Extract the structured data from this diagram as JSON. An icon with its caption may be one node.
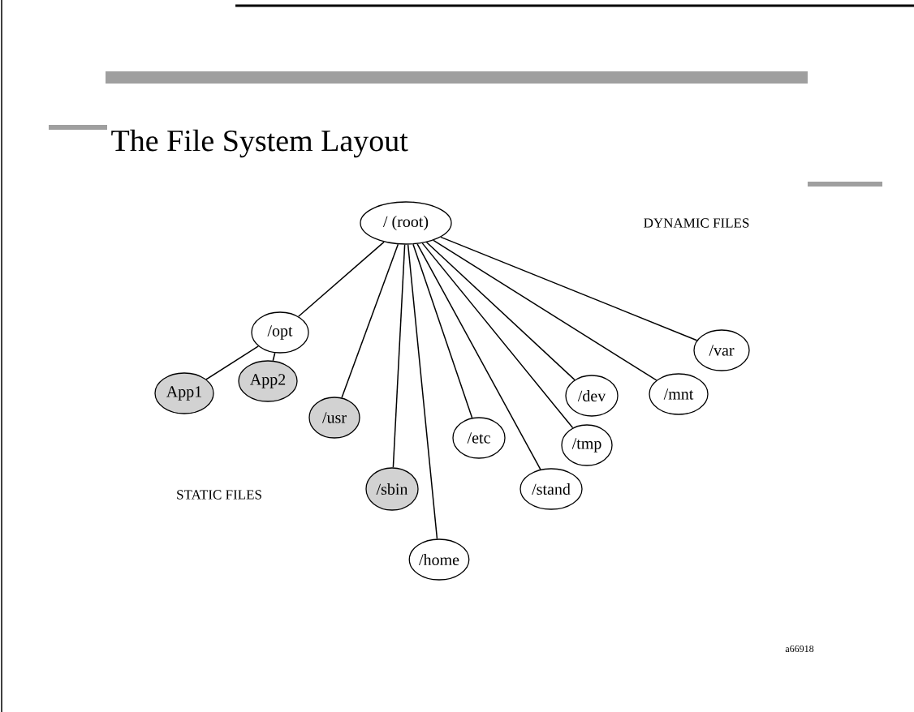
{
  "diagram": {
    "title": "The File System Layout",
    "nodes": [
      {
        "text": [
          "/ (root)"
        ]
      },
      {
        "text": [
          "/opt"
        ]
      },
      {
        "text": [
          "App1"
        ]
      },
      {
        "text": [
          "App2"
        ]
      },
      {
        "text": [
          "/usr"
        ]
      },
      {
        "text": [
          "/sbin"
        ]
      },
      {
        "text": [
          "/home"
        ]
      },
      {
        "text": [
          "/etc"
        ]
      },
      {
        "text": [
          "/stand"
        ]
      },
      {
        "text": [
          "/tmp"
        ]
      },
      {
        "text": [
          "/dev"
        ]
      },
      {
        "text": [
          "/mnt"
        ]
      },
      {
        "text": [
          "/var"
        ]
      }
    ],
    "edges": [
      {
        "from": 0,
        "to": 1,
        "arrow": "none"
      },
      {
        "from": 1,
        "to": 2,
        "arrow": "none"
      },
      {
        "from": 1,
        "to": 3,
        "arrow": "none"
      },
      {
        "from": 0,
        "to": 4,
        "arrow": "none"
      },
      {
        "from": 0,
        "to": 5,
        "arrow": "none"
      },
      {
        "from": 0,
        "to": 6,
        "arrow": "none"
      },
      {
        "from": 0,
        "to": 7,
        "arrow": "none"
      },
      {
        "from": 0,
        "to": 8,
        "arrow": "none"
      },
      {
        "from": 0,
        "to": 9,
        "arrow": "none"
      },
      {
        "from": 0,
        "to": 10,
        "arrow": "none"
      },
      {
        "from": 0,
        "to": 11,
        "arrow": "none"
      },
      {
        "from": 0,
        "to": 12,
        "arrow": "none"
      }
    ],
    "labels": [
      "DYNAMIC FILES",
      "STATIC FILES",
      "a66918"
    ]
  }
}
